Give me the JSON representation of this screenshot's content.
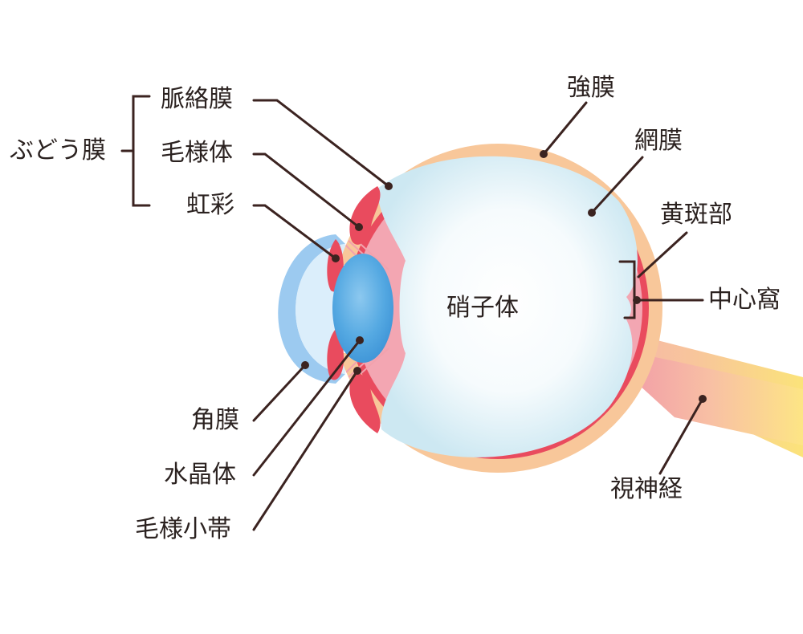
{
  "labels": {
    "uvea": "ぶどう膜",
    "choroid": "脈絡膜",
    "ciliary_body": "毛様体",
    "iris": "虹彩",
    "cornea": "角膜",
    "lens": "水晶体",
    "zonule": "毛様小帯",
    "vitreous": "硝子体",
    "sclera": "強膜",
    "retina": "網膜",
    "macula": "黄斑部",
    "fovea": "中心窩",
    "optic_nerve": "視神経"
  },
  "colors": {
    "sclera": "#f8c79a",
    "choroid": "#e94b5e",
    "retina": "#f3a6b2",
    "vitreous": "#dff2f8",
    "cornea": "#a9d3f3",
    "lens": "#4aa4e0",
    "optic_nerve_end": "#fbe37a",
    "leader": "#3b2320"
  }
}
